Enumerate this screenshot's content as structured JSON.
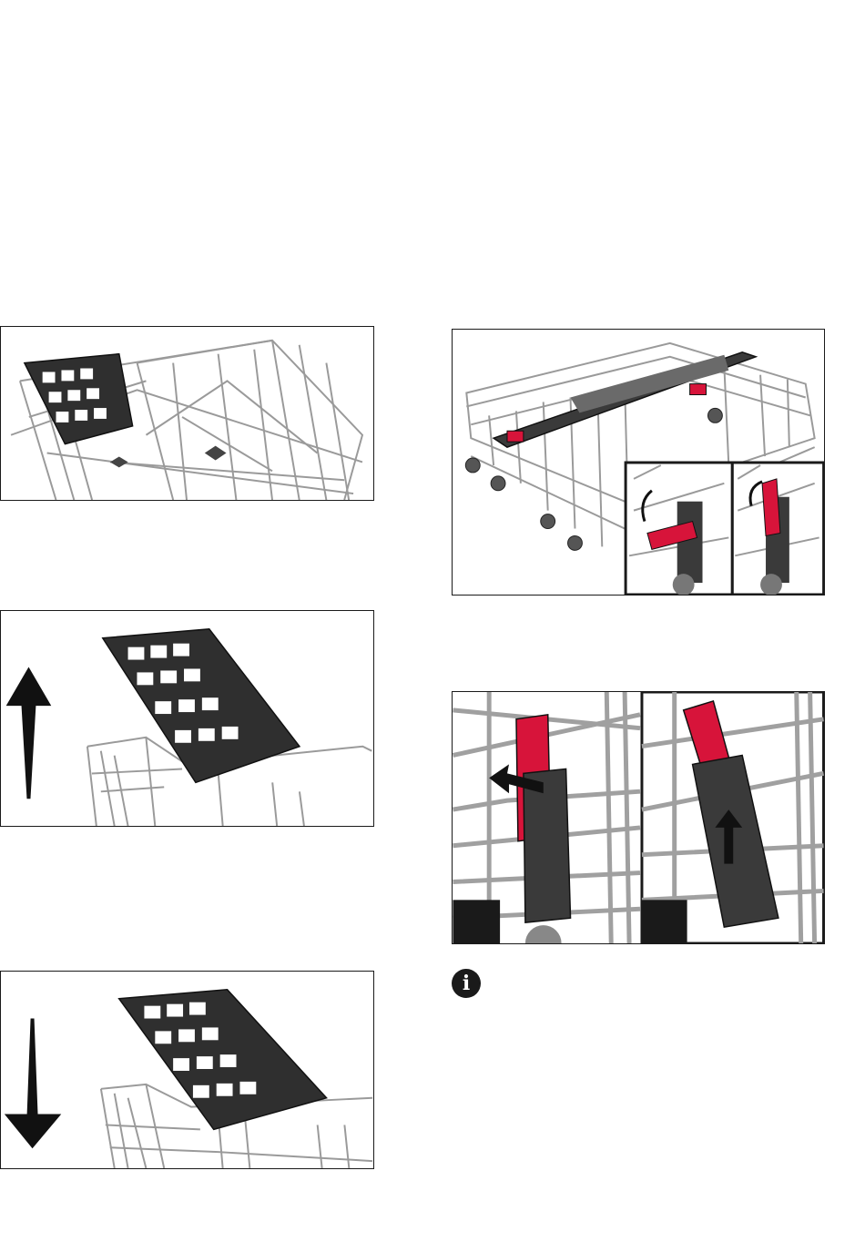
{
  "page": {
    "background": "#ffffff"
  },
  "colors": {
    "frame": "#1a1a1a",
    "wire": "#9a9a9a",
    "rack_part": "#2f2f2f",
    "red_part": "#d7143a",
    "arrow": "#111111"
  },
  "figures": [
    {
      "id": "cutlery-tray-in-basket"
    },
    {
      "id": "cutlery-tray-lift-up",
      "arrow": "up"
    },
    {
      "id": "cutlery-tray-lower-down",
      "arrow": "down"
    },
    {
      "id": "upper-basket-with-tray-and-red-clips",
      "insets": 2
    },
    {
      "id": "red-lever-adjustment",
      "insets": 2
    }
  ],
  "icons": {
    "info": "info-icon"
  }
}
